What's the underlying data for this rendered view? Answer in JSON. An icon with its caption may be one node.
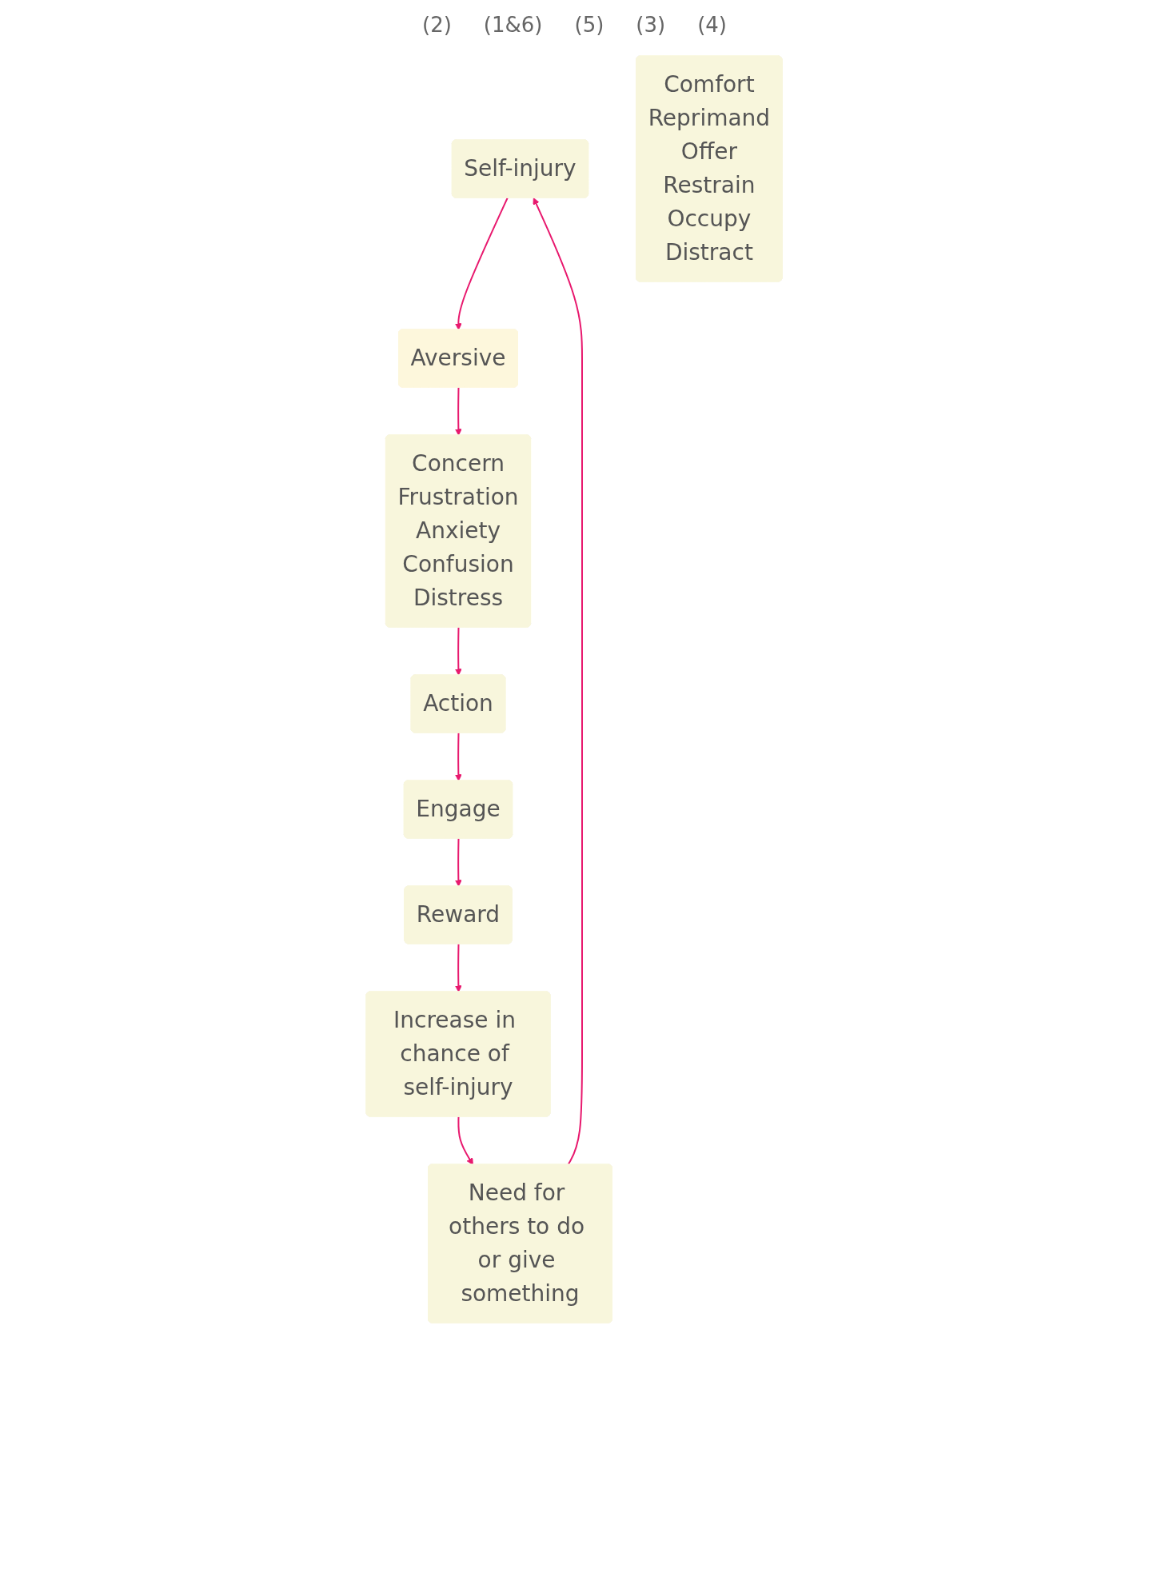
{
  "diagram": {
    "nodes": [
      {
        "text": [
          "Self-injury"
        ]
      },
      {
        "text": [
          "Need for others to do or give something"
        ]
      },
      {
        "text": [
          "Aversive"
        ]
      },
      {
        "text": [
          "Increase in chance of self-injury"
        ]
      },
      {
        "text": [
          "Concern",
          "Frustration",
          "Anxiety",
          "Confusion",
          "Distress"
        ]
      },
      {
        "text": [
          "Reward"
        ]
      },
      {
        "text": [
          "Action"
        ]
      },
      {
        "text": [
          "Engage"
        ]
      },
      {
        "text": [
          "Comfort",
          "Reprimand",
          "Offer",
          "Restrain",
          "Occupy",
          "Distract"
        ]
      }
    ],
    "edges": [
      {
        "from": 1,
        "to": 0,
        "arrow": "to"
      },
      {
        "from": 0,
        "to": 2,
        "arrow": "to"
      },
      {
        "from": 2,
        "to": 4,
        "arrow": "to"
      },
      {
        "from": 4,
        "to": 6,
        "arrow": "to"
      },
      {
        "from": 6,
        "to": 7,
        "arrow": "to"
      },
      {
        "from": 7,
        "to": 5,
        "arrow": "to"
      },
      {
        "from": 5,
        "to": 3,
        "arrow": "to"
      },
      {
        "from": 3,
        "to": 1,
        "arrow": "to"
      }
    ],
    "labels": [
      "(2)",
      "(1&6)",
      "(5)",
      "(3)",
      "(4)"
    ]
  }
}
